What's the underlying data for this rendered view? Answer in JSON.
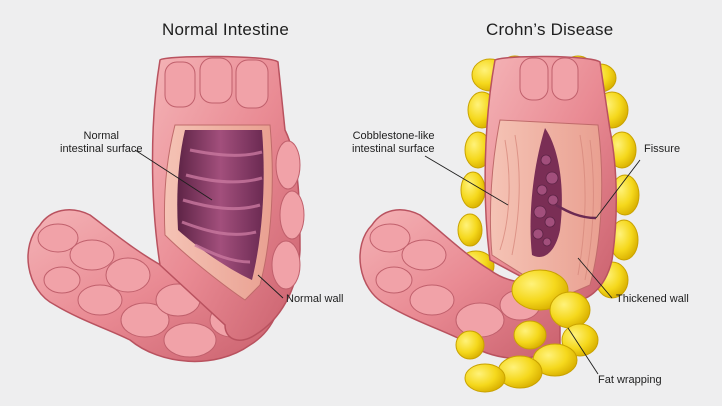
{
  "titles": {
    "normal": "Normal Intestine",
    "crohns": "Crohn’s Disease"
  },
  "labels": {
    "normal_surface_line1": "Normal",
    "normal_surface_line2": "intestinal surface",
    "normal_wall": "Normal wall",
    "cobblestone_line1": "Cobblestone-like",
    "cobblestone_line2": "intestinal surface",
    "fissure": "Fissure",
    "thickened_wall": "Thickened wall",
    "fat_wrapping": "Fat wrapping"
  },
  "colors": {
    "background": "#eeeeef",
    "tissue_pink": "#e8878f",
    "tissue_highlight": "#f4b3b6",
    "lumen_purple": "#8c3d69",
    "inflamed_wall": "#f0b7a6",
    "fat_yellow": "#f2d21a"
  }
}
